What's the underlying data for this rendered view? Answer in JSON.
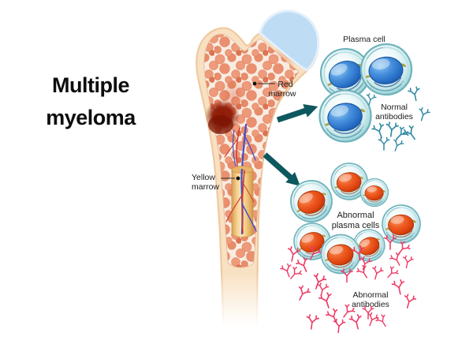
{
  "title": {
    "line1": "Multiple",
    "line2": "myeloma"
  },
  "bone": {
    "red_marrow_label": [
      "Red",
      "marrow"
    ],
    "yellow_marrow_label": [
      "Yellow",
      "marrow"
    ]
  },
  "normal_section": {
    "cell_label": "Plasma cell",
    "antibodies_label": [
      "Normal",
      "antibodies"
    ],
    "cell_count": "3",
    "antibody_color": "#2b87a1",
    "nucleus_color": "#2f7dd4"
  },
  "abnormal_section": {
    "cells_label": [
      "Abnormal",
      "plasma cells"
    ],
    "antibodies_label": [
      "Abnormal",
      "antibodies"
    ],
    "cell_count": "7",
    "antibody_color": "#ee3a64",
    "nucleus_color": "#e64d12"
  },
  "colors": {
    "arrow": "#0d585e",
    "bone_cortex": "#f8e1c2",
    "bone_outline": "#efc9a0",
    "spongy_base": "#ee9b7c",
    "lesion": "#8e1a05",
    "cartilage": "#bedcf4",
    "cartilage_rim": "#e3f0fb",
    "yellow_marrow": "#f2c981",
    "vessel_red": "#d23a28",
    "vessel_blue": "#4450c8",
    "cell_membrane": "#cdeaec",
    "label_line": "#2a2a2a"
  }
}
